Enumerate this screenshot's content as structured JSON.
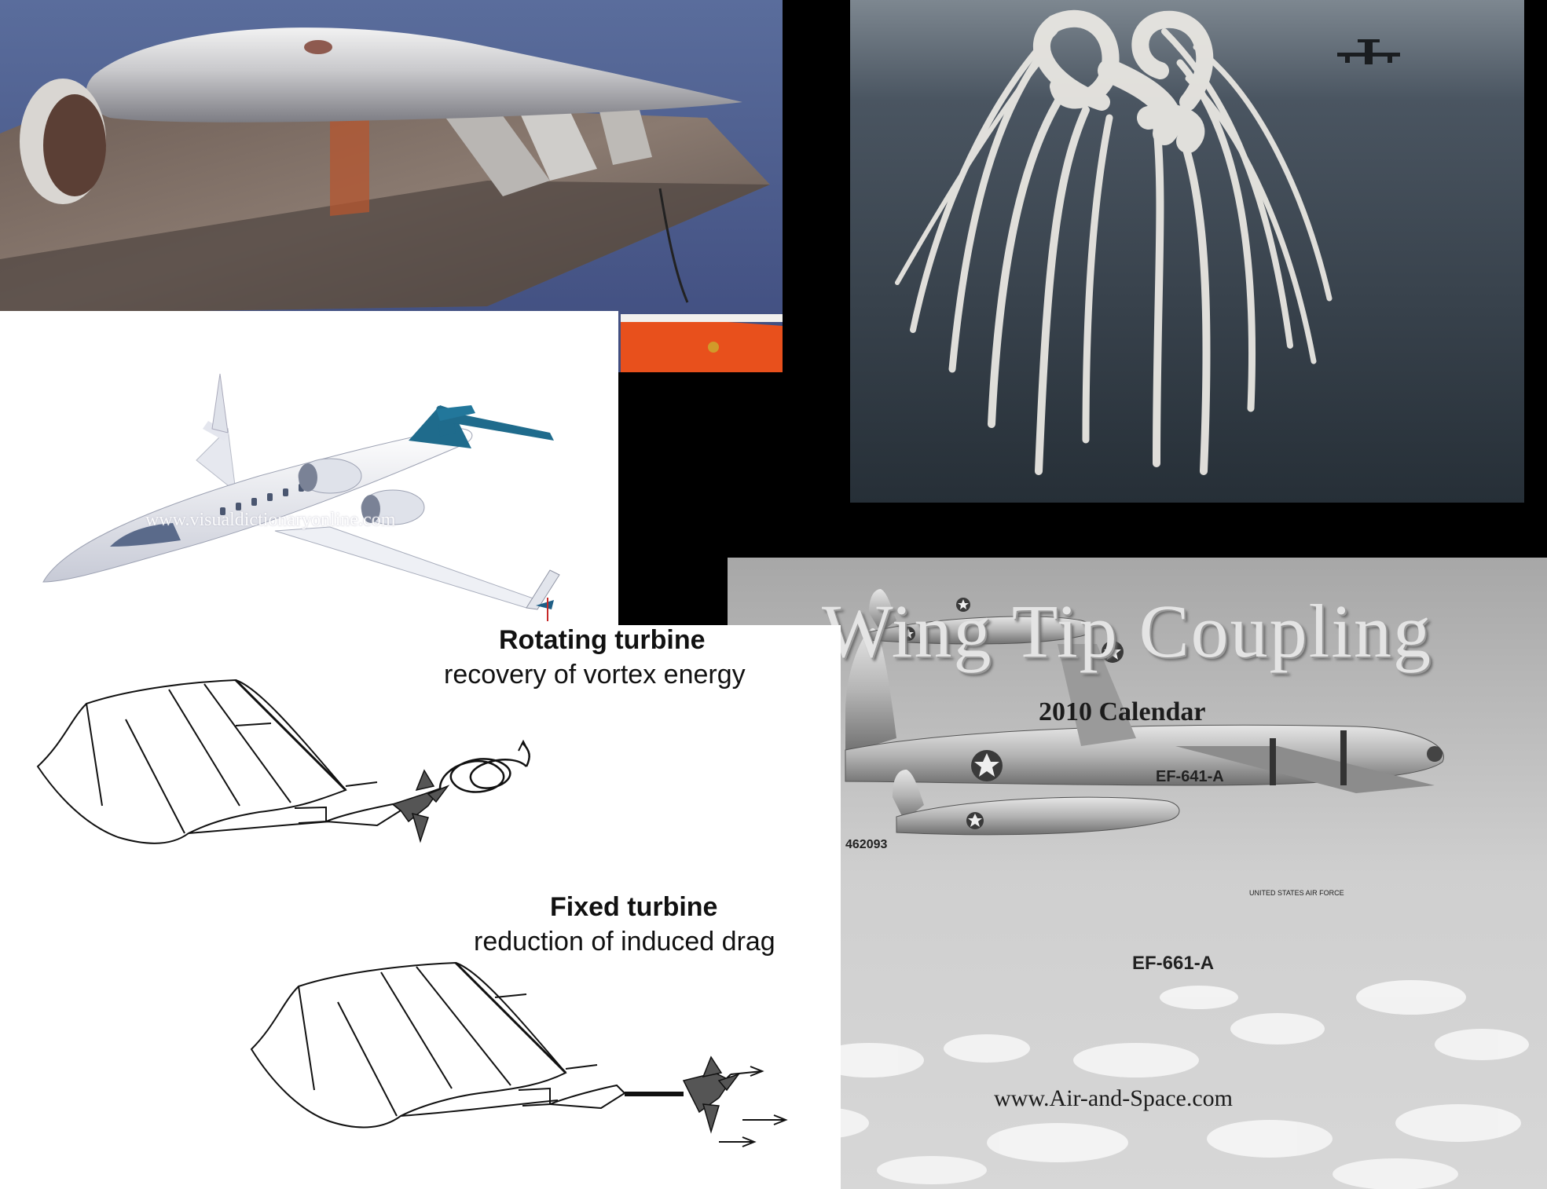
{
  "collage": {
    "top_left_photo": {
      "subject": "wingtip pod with winglet"
    },
    "top_right_photo": {
      "subject": "aircraft releasing flares forming wingtip vortex trails over sea"
    },
    "jet_illustration": {
      "watermark": "www.visualdictionaryonline.com"
    },
    "turbine_diagram": {
      "rotating": {
        "title": "Rotating turbine",
        "subtitle": "recovery of vortex energy"
      },
      "fixed": {
        "title": "Fixed turbine",
        "subtitle": "reduction of induced drag"
      }
    },
    "calendar": {
      "title": "Wing Tip Coupling",
      "subtitle": "2010 Calendar",
      "website": "www.Air-and-Space.com",
      "tail_number": "462093",
      "fighter_top_marking": "EF-641-A",
      "fighter_bottom_marking": "EF-661-A",
      "fuselage_text": "UNITED STATES AIR FORCE"
    }
  },
  "colors": {
    "background": "#000000",
    "sky_blue": "#4a5a8a",
    "orange": "#e8501c",
    "teal": "#1f6b8c",
    "sea": "#2e3a45"
  }
}
